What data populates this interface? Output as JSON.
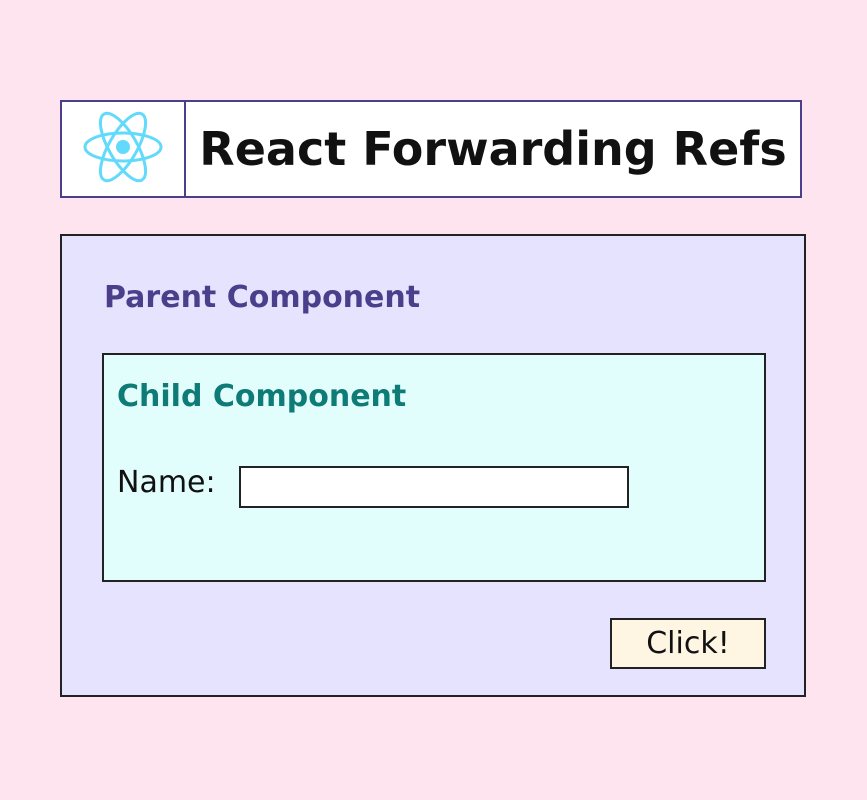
{
  "header": {
    "logo_icon": "react-atom-icon",
    "logo_color": "#61dafb",
    "title": "React Forwarding Refs"
  },
  "parent": {
    "label": "Parent Component",
    "label_color": "#4b3f8c",
    "button_label": "Click!"
  },
  "child": {
    "label": "Child Component",
    "label_color": "#0e7b76",
    "name_label": "Name:",
    "name_value": ""
  }
}
